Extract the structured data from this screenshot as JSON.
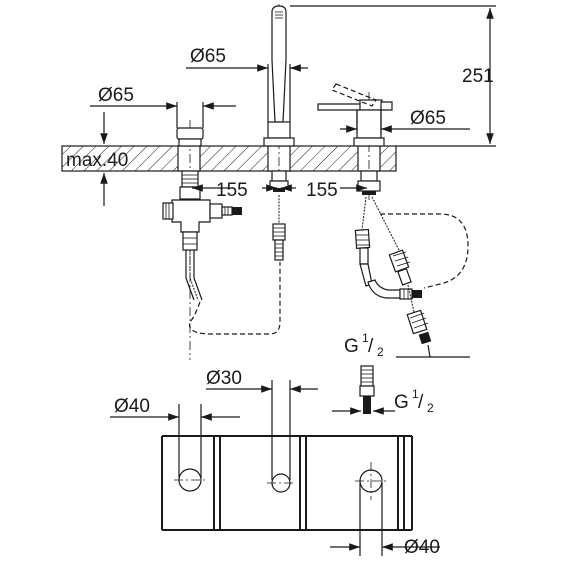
{
  "dimensions": {
    "spout_diameter": "Ø65",
    "handshower_diameter": "Ø65",
    "mixer_diameter": "Ø65",
    "height": "251",
    "deck_thickness": "max.40",
    "spacing_left": "155",
    "spacing_right": "155",
    "hole_diameter_left": "Ø40",
    "hole_diameter_center": "Ø30",
    "hole_diameter_right": "Ø40"
  },
  "threads": {
    "upper": {
      "prefix": "G",
      "numerator": "1",
      "denominator": "2"
    },
    "lower": {
      "prefix": "G",
      "numerator": "1",
      "denominator": "2"
    }
  }
}
